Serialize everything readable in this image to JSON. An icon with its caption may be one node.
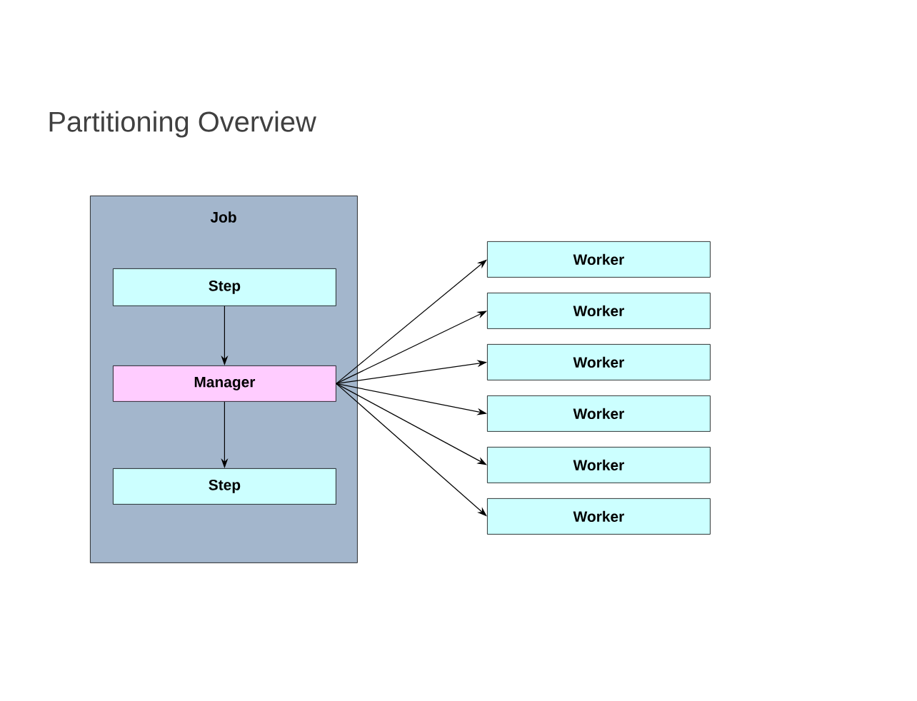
{
  "diagram": {
    "title": "Partitioning Overview",
    "nodes": [
      {
        "text": [
          "Job"
        ]
      },
      {
        "text": [
          "Step"
        ],
        "in": 0
      },
      {
        "text": [
          "Manager"
        ],
        "in": 0
      },
      {
        "text": [
          "Step"
        ],
        "in": 0
      },
      {
        "text": [
          "Worker"
        ]
      },
      {
        "text": [
          "Worker"
        ]
      },
      {
        "text": [
          "Worker"
        ]
      },
      {
        "text": [
          "Worker"
        ]
      },
      {
        "text": [
          "Worker"
        ]
      },
      {
        "text": [
          "Worker"
        ]
      }
    ],
    "edges": [
      {
        "from": 1,
        "to": 2,
        "arrow": "to"
      },
      {
        "from": 2,
        "to": 3,
        "arrow": "to"
      },
      {
        "from": 2,
        "to": 4,
        "arrow": "to"
      },
      {
        "from": 2,
        "to": 5,
        "arrow": "to"
      },
      {
        "from": 2,
        "to": 6,
        "arrow": "to"
      },
      {
        "from": 2,
        "to": 7,
        "arrow": "to"
      },
      {
        "from": 2,
        "to": 8,
        "arrow": "to"
      },
      {
        "from": 2,
        "to": 9,
        "arrow": "to"
      }
    ]
  }
}
